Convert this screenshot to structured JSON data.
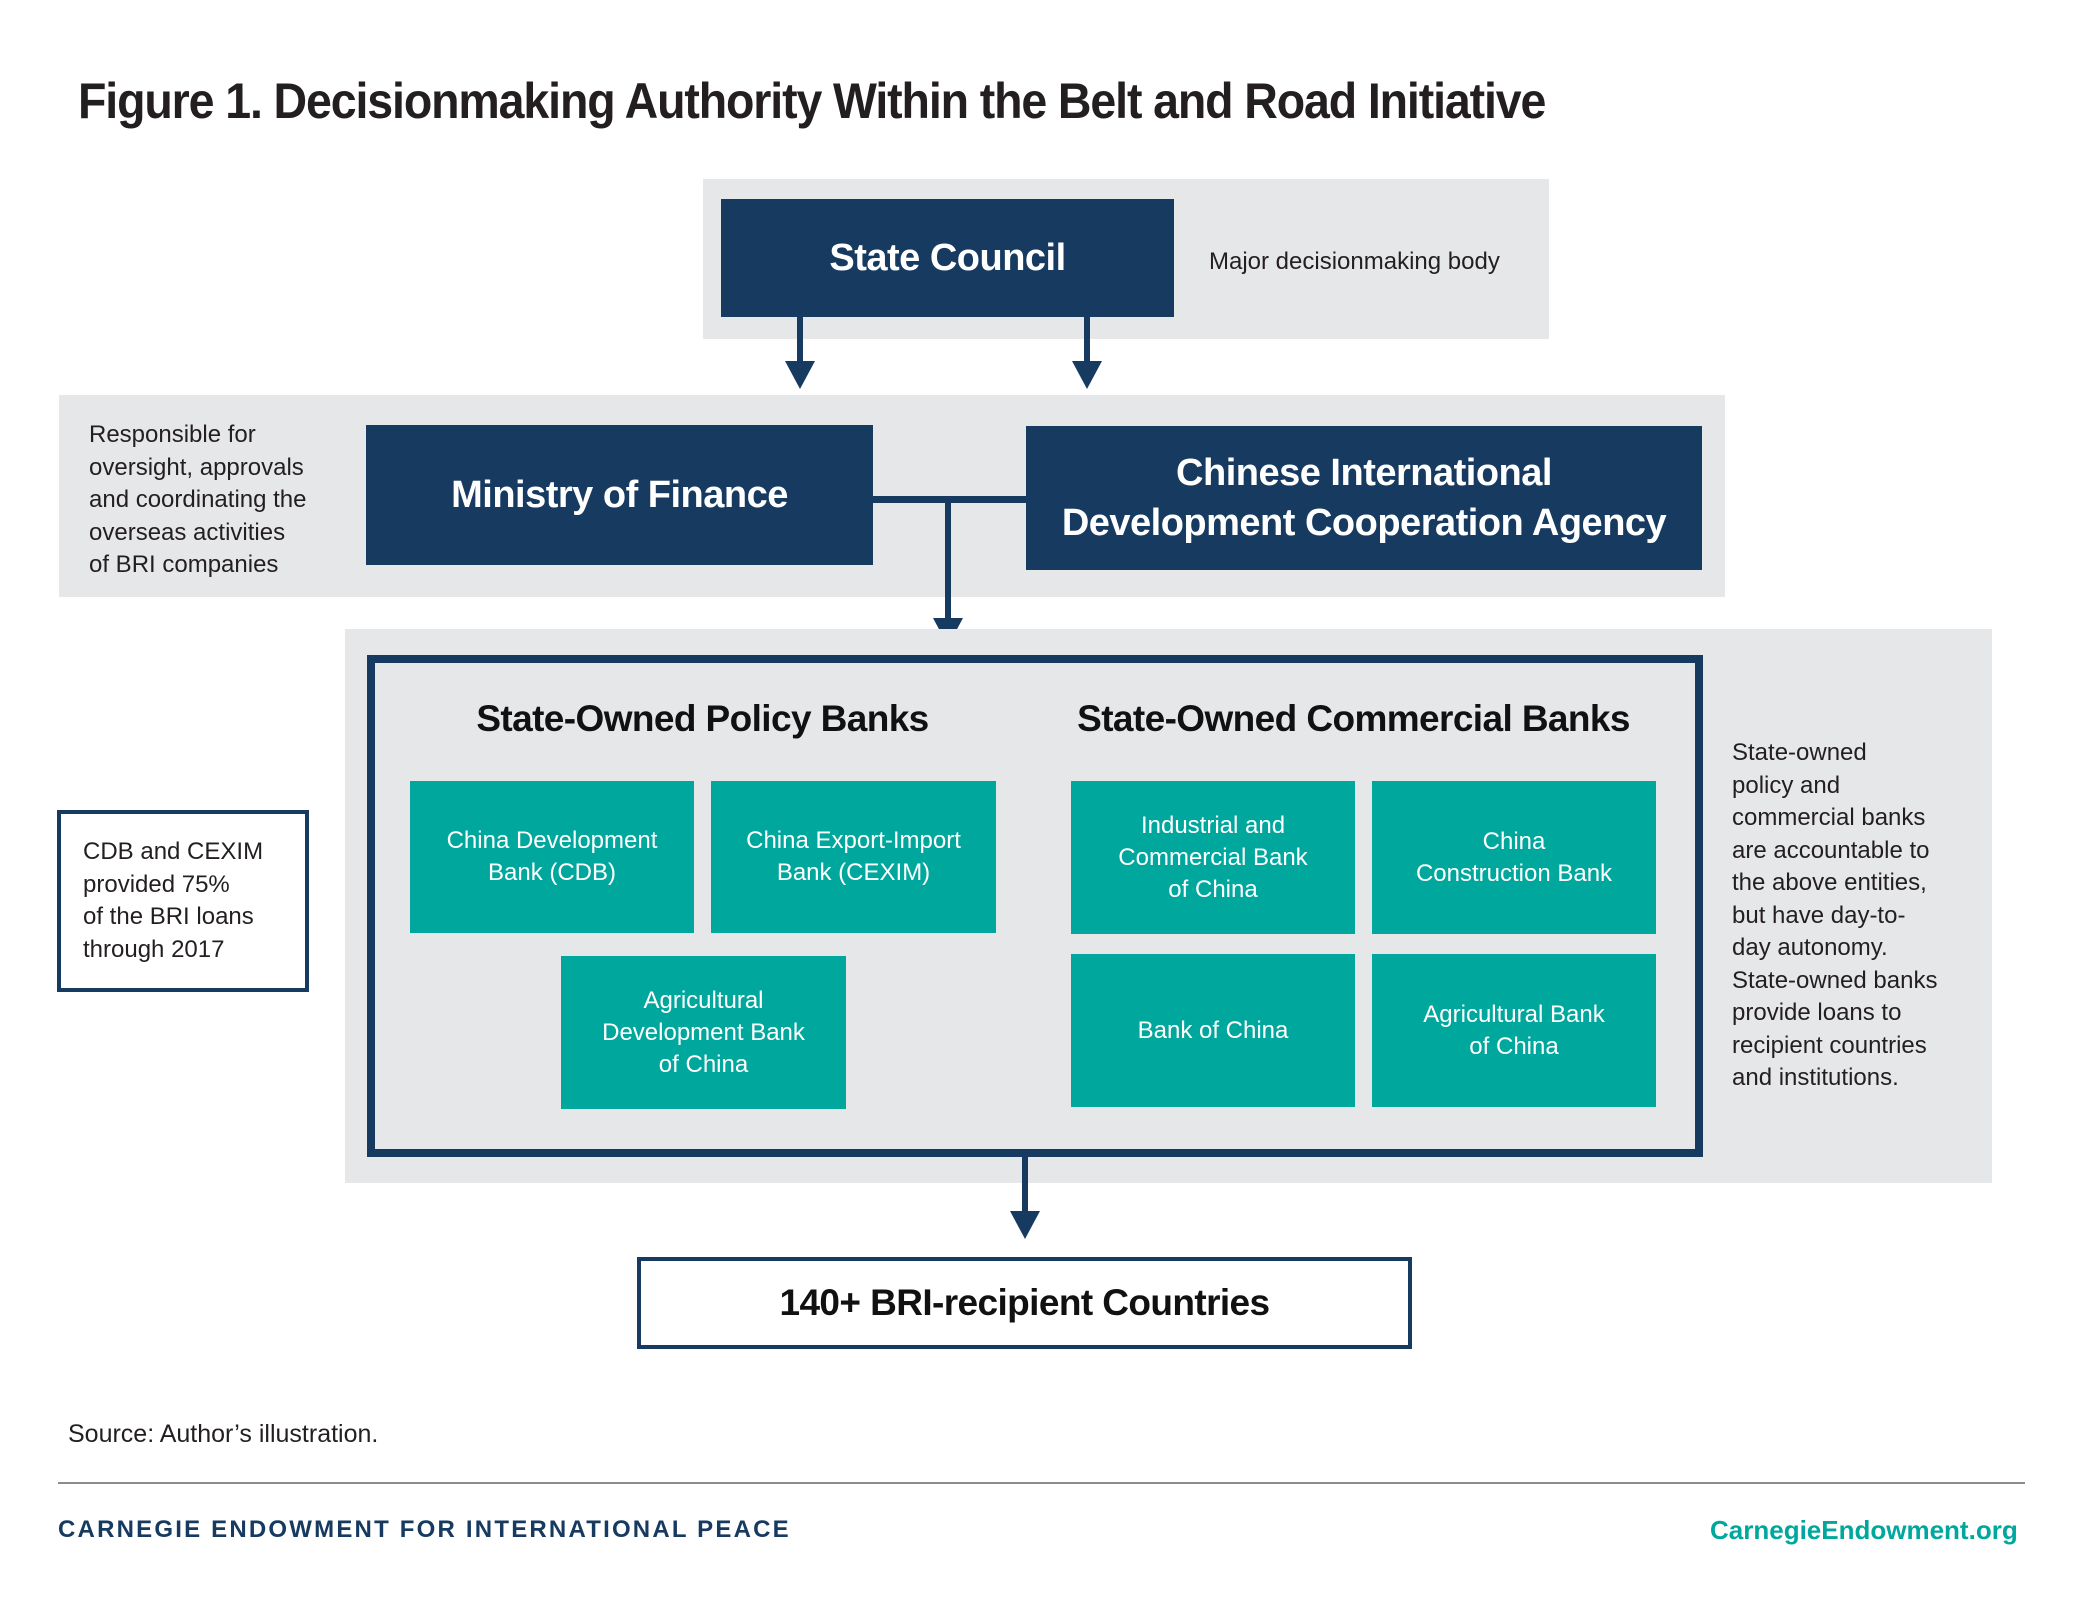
{
  "title": "Figure 1. Decisionmaking Authority Within the Belt and Road Initiative",
  "tier1": {
    "state_council": "State Council",
    "note": "Major decisionmaking body"
  },
  "tier2": {
    "note_lines": [
      "Responsible for",
      "oversight, approvals",
      "and coordinating the",
      "overseas activities",
      "of BRI companies"
    ],
    "ministry_of_finance": "Ministry of Finance",
    "cidca_lines": [
      "Chinese International",
      "Development Cooperation Agency"
    ]
  },
  "tier3": {
    "policy_banks": {
      "heading": "State-Owned Policy Banks",
      "items": [
        {
          "lines": [
            "China Development",
            "Bank (CDB)"
          ]
        },
        {
          "lines": [
            "China Export-Import",
            "Bank (CEXIM)"
          ]
        },
        {
          "lines": [
            "Agricultural",
            "Development Bank",
            "of China"
          ]
        }
      ]
    },
    "commercial_banks": {
      "heading": "State-Owned Commercial Banks",
      "items": [
        {
          "lines": [
            "Industrial and",
            "Commercial Bank",
            "of China"
          ]
        },
        {
          "lines": [
            "China",
            "Construction Bank"
          ]
        },
        {
          "lines": [
            "Bank of China"
          ]
        },
        {
          "lines": [
            "Agricultural Bank",
            "of China"
          ]
        }
      ]
    },
    "left_note_lines": [
      "CDB and CEXIM",
      "provided 75%",
      "of the BRI loans",
      "through 2017"
    ],
    "right_note_lines": [
      "State-owned",
      "policy and",
      "commercial banks",
      "are accountable to",
      "the above entities,",
      "but have day-to-",
      "day autonomy.",
      "State-owned banks",
      "provide loans to",
      "recipient countries",
      "and institutions."
    ]
  },
  "tier4": {
    "recipients": "140+ BRI-recipient Countries"
  },
  "source": "Source: Author’s illustration.",
  "footer": {
    "org": "CARNEGIE ENDOWMENT FOR INTERNATIONAL PEACE",
    "url": "CarnegieEndowment.org"
  },
  "colors": {
    "navy": "#173a61",
    "teal": "#00a79d",
    "band_gray": "#e6e7e9",
    "text": "#231f20"
  }
}
